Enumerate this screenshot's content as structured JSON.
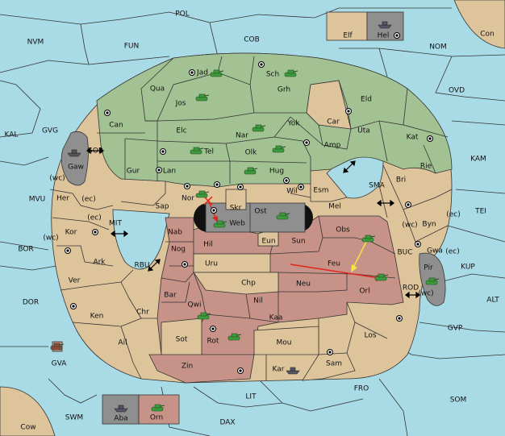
{
  "colors": {
    "sea": "#a9dbe6",
    "green_power": "#a3c293",
    "tan_neutral": "#dec49b",
    "red_power": "#c79389",
    "grey_power": "#8f8f8f",
    "arrow_red": "#e0261b",
    "arrow_yellow": "#f2e640",
    "unit_green": "#3d9b3d"
  },
  "icons": {
    "supply_center": "supply-center-icon",
    "army": "army-unit-icon",
    "fleet": "fleet-unit-icon",
    "two_way_arrow": "double-arrow-icon"
  },
  "sea_labels": [
    "POL",
    "NVM",
    "FUN",
    "COB",
    "NOM",
    "Con",
    "OVD",
    "KAL",
    "GVG",
    "GOR",
    "KAM",
    "SMA",
    "MVU",
    "TEI",
    "MIT",
    "BOR",
    "BUC",
    "KUP",
    "RBU",
    "ROD",
    "DOR",
    "ALT",
    "GVP",
    "GVA",
    "FRO",
    "LIT",
    "SOM",
    "SWM",
    "DAX",
    "Cow"
  ],
  "coast_labels": [
    "(wc)",
    "(ec)",
    "(ec)",
    "(wc)",
    "(wc)",
    "(ec)",
    "(ec)",
    "(wc)"
  ],
  "green_labels": [
    "Jad",
    "Sch",
    "Qua",
    "Jos",
    "Grh",
    "Can",
    "Eld",
    "Elc",
    "Nar",
    "Yok",
    "Car",
    "Uta",
    "Kat",
    "Tel",
    "Olk",
    "Amp",
    "Gur",
    "Lan",
    "Hug",
    "Gaw",
    "Bri",
    "Rie"
  ],
  "tan_labels": [
    "Nor",
    "Skr",
    "Wil",
    "Esm",
    "Her",
    "Sap",
    "Mel",
    "Byn",
    "Kor",
    "Gwa",
    "Ark",
    "Ver",
    "Ken",
    "Chr",
    "Ail",
    "Sot",
    "Mou",
    "Los",
    "Sam",
    "Elf"
  ],
  "red_labels": [
    "Nab",
    "Web",
    "Ost",
    "Obs",
    "Eun",
    "Sun",
    "Nog",
    "Hil",
    "Uru",
    "Feu",
    "Chp",
    "Neu",
    "Bar",
    "Nil",
    "Orl",
    "Qwi",
    "Kaa",
    "Rot",
    "Zin",
    "Kar",
    "Orn"
  ],
  "grey_labels": [
    "Hel",
    "Pir",
    "Aba"
  ]
}
